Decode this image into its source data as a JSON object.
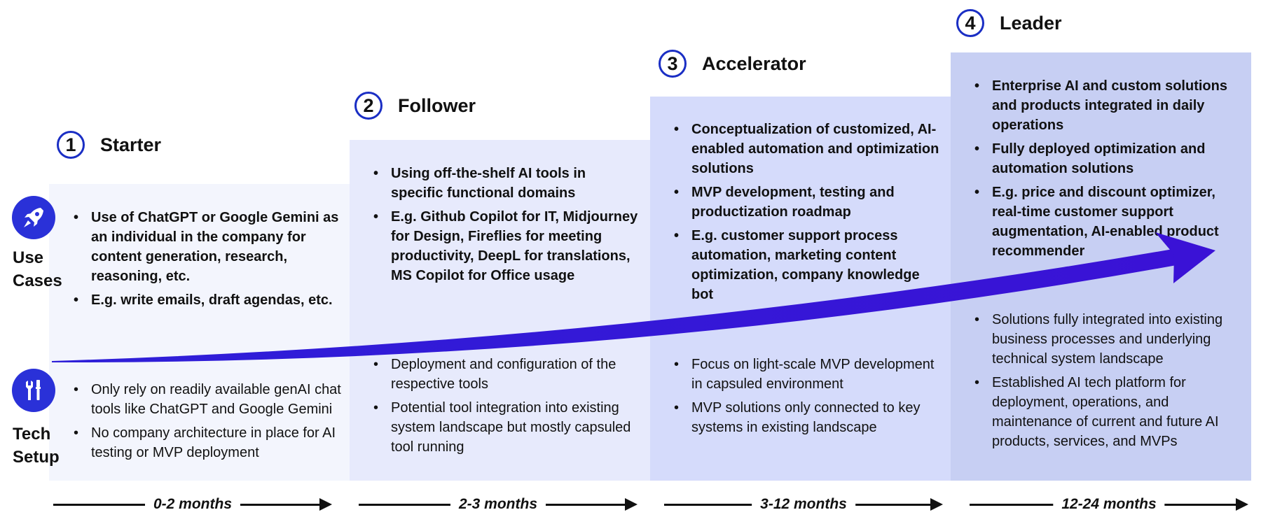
{
  "stages": [
    {
      "number": "1",
      "title": "Starter"
    },
    {
      "number": "2",
      "title": "Follower"
    },
    {
      "number": "3",
      "title": "Accelerator"
    },
    {
      "number": "4",
      "title": "Leader"
    }
  ],
  "rows": {
    "use_cases": {
      "label_line1": "Use",
      "label_line2": "Cases",
      "icon": "rocket-icon"
    },
    "tech_setup": {
      "label_line1": "Tech",
      "label_line2": "Setup",
      "icon": "tools-icon"
    }
  },
  "use_cases": [
    [
      "Use of ChatGPT or Google Gemini as an individual in the company for content generation, research, reasoning, etc.",
      "E.g. write emails, draft agendas, etc."
    ],
    [
      "Using off-the-shelf AI tools in specific functional domains",
      "E.g. Github Copilot for IT, Midjourney for Design, Fireflies for meeting productivity, DeepL for translations, MS Copilot for Office usage"
    ],
    [
      "Conceptualization of customized, AI-enabled automation and optimization solutions",
      "MVP development, testing and productization roadmap",
      "E.g. customer support process automation, marketing content optimization, company knowledge bot"
    ],
    [
      "Enterprise AI and custom solutions and products integrated in daily operations",
      "Fully deployed optimization and automation solutions",
      "E.g. price and discount optimizer, real-time customer support augmentation, AI-enabled product recommender"
    ]
  ],
  "tech_setup": [
    [
      "Only rely on readily available genAI chat tools like ChatGPT and Google Gemini",
      "No company architecture in place for AI testing or MVP deployment"
    ],
    [
      "Deployment and configuration of the respective tools",
      "Potential tool integration into existing system landscape but mostly capsuled tool running"
    ],
    [
      "Focus on light-scale MVP development in capsuled environment",
      "MVP solutions only connected to key systems in existing landscape"
    ],
    [
      "Solutions fully integrated into existing business processes and underlying technical system landscape",
      "Established AI tech platform for deployment, operations, and maintenance of current and future AI products, services, and MVPs"
    ]
  ],
  "timeline": [
    "0-2 months",
    "2-3 months",
    "3-12 months",
    "12-24 months"
  ],
  "colors": {
    "accent": "#2a31d8",
    "arrow": "#3a12d6",
    "stage1_bg": "#f3f5fd",
    "stage2_bg": "#e7eafc",
    "stage3_bg": "#d5dbfb",
    "stage4_bg": "#c7cff3"
  },
  "decorations": {
    "growth_arrow": "trend-arrow"
  }
}
